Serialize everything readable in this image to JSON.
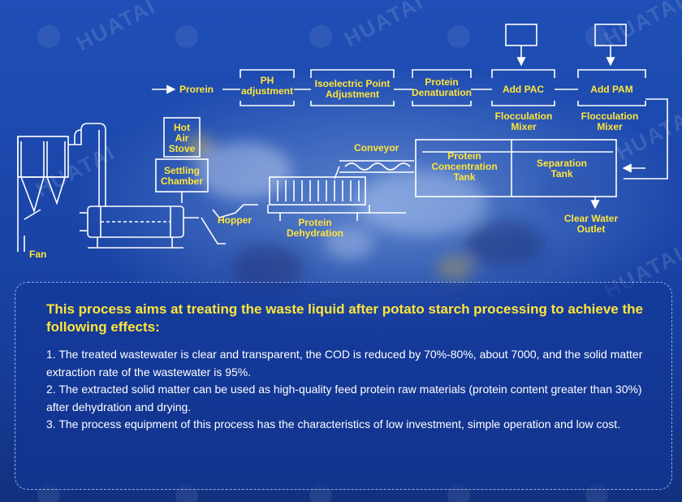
{
  "watermark": "HUATAI",
  "diagram": {
    "inlet_label": "Prorein",
    "steps": [
      {
        "id": "ph",
        "label": "PH\nadjustment"
      },
      {
        "id": "isoelectric",
        "label": "Isoelectric Point\nAdjustment"
      },
      {
        "id": "denaturation",
        "label": "Protein\nDenaturation"
      },
      {
        "id": "pac",
        "label": "Add PAC"
      },
      {
        "id": "pam",
        "label": "Add PAM"
      }
    ],
    "flocculation_label": "Flocculation\nMixer",
    "separation_label": "Separation\nTank",
    "concentration_label": "Protein\nConcentration\nTank",
    "clear_water_label": "Clear Water\nOutlet",
    "conveyor_label": "Conveyor",
    "dehydration_label": "Protein\nDehydration",
    "hopper_label": "Hopper",
    "hot_air_stove_label": "Hot\nAir\nStove",
    "settling_chamber_label": "Settling\nChamber",
    "fan_label": "Fan"
  },
  "info": {
    "title": "This process aims at treating the waste liquid after potato starch processing to achieve the following effects:",
    "points": [
      "1. The treated wastewater is clear and transparent, the COD is reduced by 70%-80%, about 7000, and the solid matter extraction rate of the wastewater is 95%.",
      "2. The extracted solid matter can be used as high-quality feed protein raw materials (protein content greater than 30%) after dehydration and drying.",
      "3. The process equipment of this process has the characteristics of low investment, simple operation and low cost."
    ]
  },
  "colors": {
    "background": "#1a45a8",
    "line": "#ffffff",
    "label": "#ffe53b",
    "body_text": "#ffffff"
  }
}
